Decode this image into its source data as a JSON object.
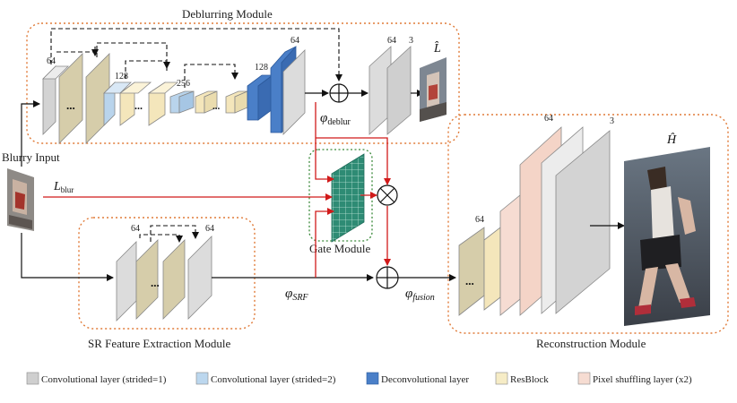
{
  "modules": {
    "deblurring": "Deblurring Module",
    "sr_feature": "SR Feature Extraction Module",
    "gate": "Gate Module",
    "reconstruction": "Reconstruction Module"
  },
  "input_label": "Blurry Input",
  "symbols": {
    "l_hat": "L̂",
    "h_hat": "Ĥ",
    "phi": "φ",
    "deblur_sub": "deblur",
    "srf_sub": "SRF",
    "fusion_sub": "fusion",
    "l_blur": "L",
    "blur_sub": "blur",
    "ellipsis": "..."
  },
  "channel_labels": {
    "deblur_64_start": "64",
    "deblur_128": "128",
    "deblur_256": "256",
    "deblur_128_up": "128",
    "deblur_64_up": "64",
    "out_64": "64",
    "out_3": "3",
    "sr_64_a": "64",
    "sr_64_b": "64",
    "rec_64": "64",
    "rec_64_top": "64",
    "rec_3": "3"
  },
  "legend": [
    {
      "label": "Convolutional layer (strided=1)",
      "color": "#cfcfcf"
    },
    {
      "label": "Convolutional layer (strided=2)",
      "color": "#bcd7ee"
    },
    {
      "label": "Deconvolutional layer",
      "color": "#4a7fc8"
    },
    {
      "label": "ResBlock",
      "color": "#f6ecc6"
    },
    {
      "label": "Pixel shuffling layer (x2)",
      "color": "#f6dcd2"
    }
  ],
  "colors": {
    "module_border": "#e07b39",
    "gate_border": "#3b8a3b",
    "gate_fill": "#2e8b74",
    "red_path": "#d11a1a"
  }
}
